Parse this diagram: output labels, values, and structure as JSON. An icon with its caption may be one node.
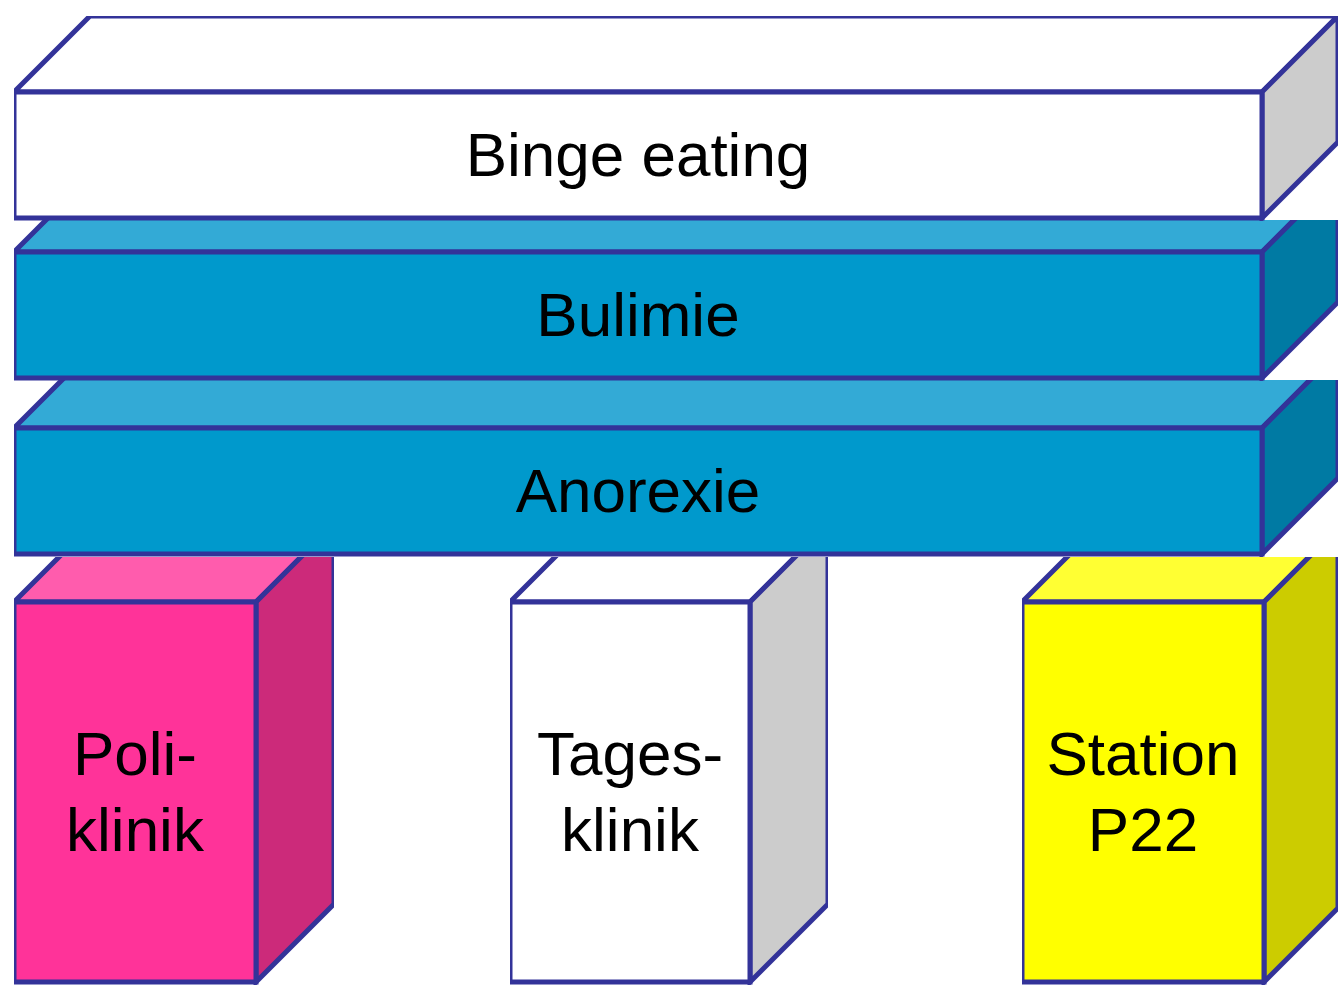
{
  "diagram": {
    "nodes": [
      {
        "text": [
          "Binge eating"
        ]
      },
      {
        "text": [
          "Bulimie"
        ]
      },
      {
        "text": [
          "Anorexie"
        ]
      },
      {
        "text": [
          "Poli- klinik"
        ]
      },
      {
        "text": [
          "Tages- klinik"
        ]
      },
      {
        "text": [
          "Station P22"
        ]
      }
    ]
  }
}
